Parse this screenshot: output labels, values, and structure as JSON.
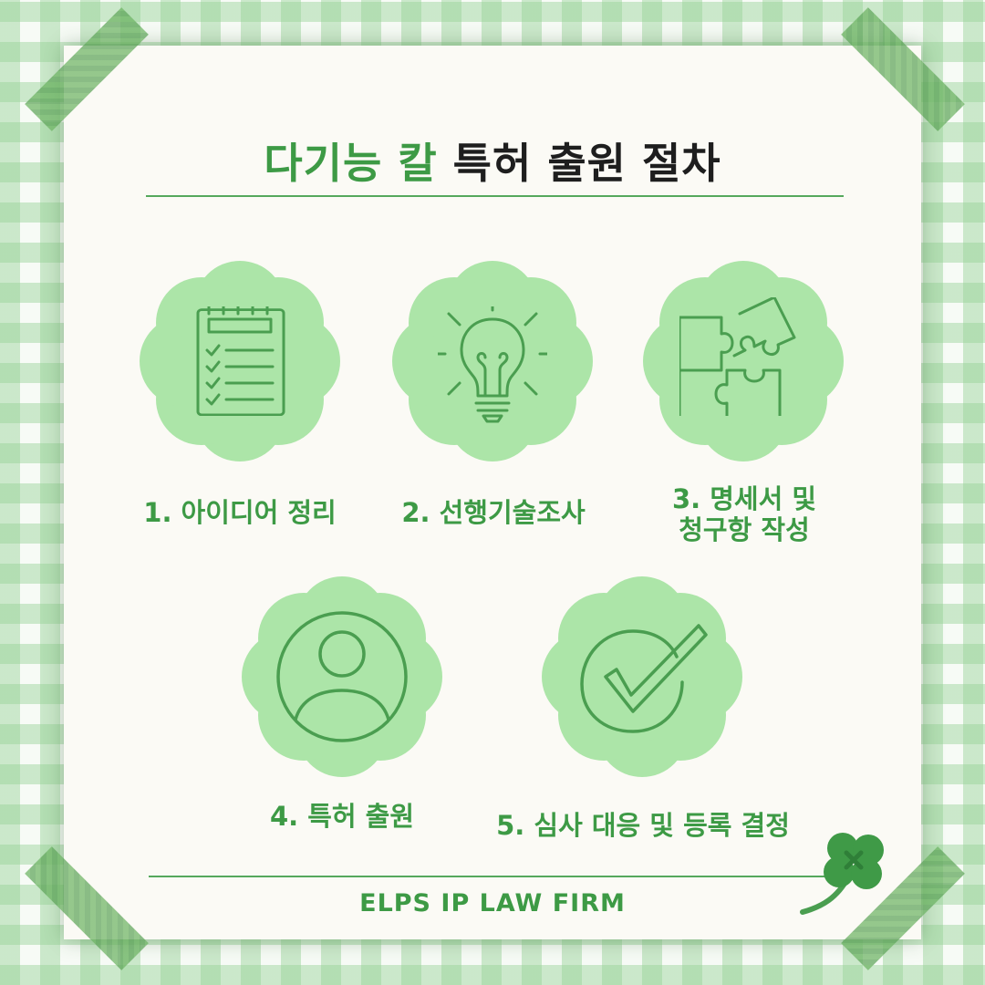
{
  "title": {
    "accent": "다기능 칼",
    "rest": "특허 출원 절차"
  },
  "steps": [
    {
      "label": "1. 아이디어 정리",
      "icon": "checklist-icon"
    },
    {
      "label": "2. 선행기술조사",
      "icon": "lightbulb-icon"
    },
    {
      "label_line1": "3. 명세서 및",
      "label_line2": "청구항 작성",
      "icon": "puzzle-icon"
    },
    {
      "label": "4. 특허 출원",
      "icon": "user-circle-icon"
    },
    {
      "label": "5. 심사 대응 및 등록 결정",
      "icon": "check-circle-icon"
    }
  ],
  "footer": "ELPS IP LAW FIRM",
  "colors": {
    "accent": "#3d9a45",
    "blob": "#ace5a8",
    "icon_stroke": "#4a9e50",
    "card": "#fbfaf5"
  }
}
